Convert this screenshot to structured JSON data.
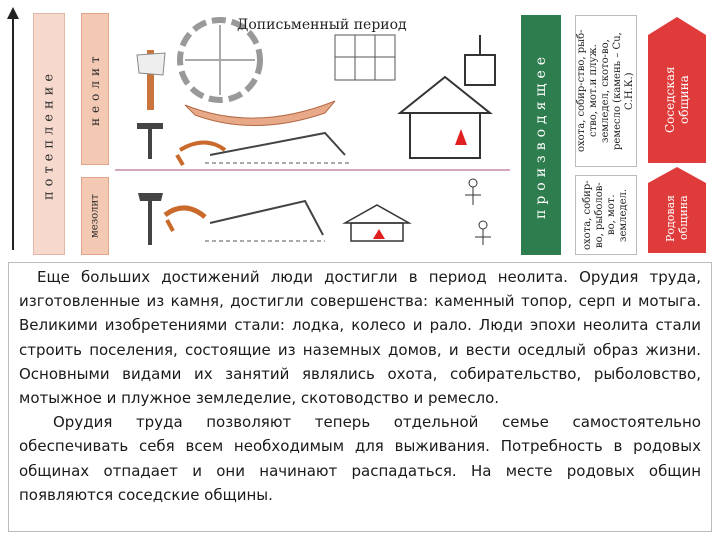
{
  "diagram": {
    "title": "Дописьменный период",
    "warming_label": "потепление",
    "neolithic_top_label": "неолит",
    "neolithic_bottom_label": "мезолит",
    "producing_label": "производящее",
    "activities_top": "охота, собир-ство, рыб-ство, мот.и плуж. земледел, ското-во, ремесло (камень – Cu, С.Н.К.)",
    "activities_bottom": "охота, собир-во, рыболов-во, мот. земледел.",
    "community_top": "Соседская община",
    "community_bottom": "Родовая община",
    "colors": {
      "producing": "#2e7d4f",
      "community": "#e03b3b",
      "warming": "#f6d9cc",
      "neolithic": "#f3c9b4"
    },
    "icons": [
      "axe-icon",
      "pick-icon",
      "sickle-icon",
      "boat-icon",
      "wheel-icon",
      "plough-icon",
      "house-icon",
      "fire-icon",
      "person-icon",
      "well-icon",
      "arrow-up-icon"
    ]
  },
  "text": {
    "paragraph_1": "Еще больших достижений люди достигли в период неолита. Орудия труда, изготовленные из камня, достигли совершенства: каменный топор, серп и мотыга. Великими изобретениями стали: лодка, колесо и рало. Люди эпохи неолита стали строить поселения, состоящие из наземных домов, и вести оседлый образ жизни. Основными видами их занятий являлись охота, собирательство, рыболовство, мотыжное и плужное земледелие, скотоводство и ремесло.",
    "paragraph_2": "Орудия труда позволяют теперь отдельной семье самостоятельно обеспечивать себя всем необходимым для выживания. Потребность в родовых общинах отпадает и они начинают распадаться. На месте родовых общин появляются соседские общины."
  }
}
